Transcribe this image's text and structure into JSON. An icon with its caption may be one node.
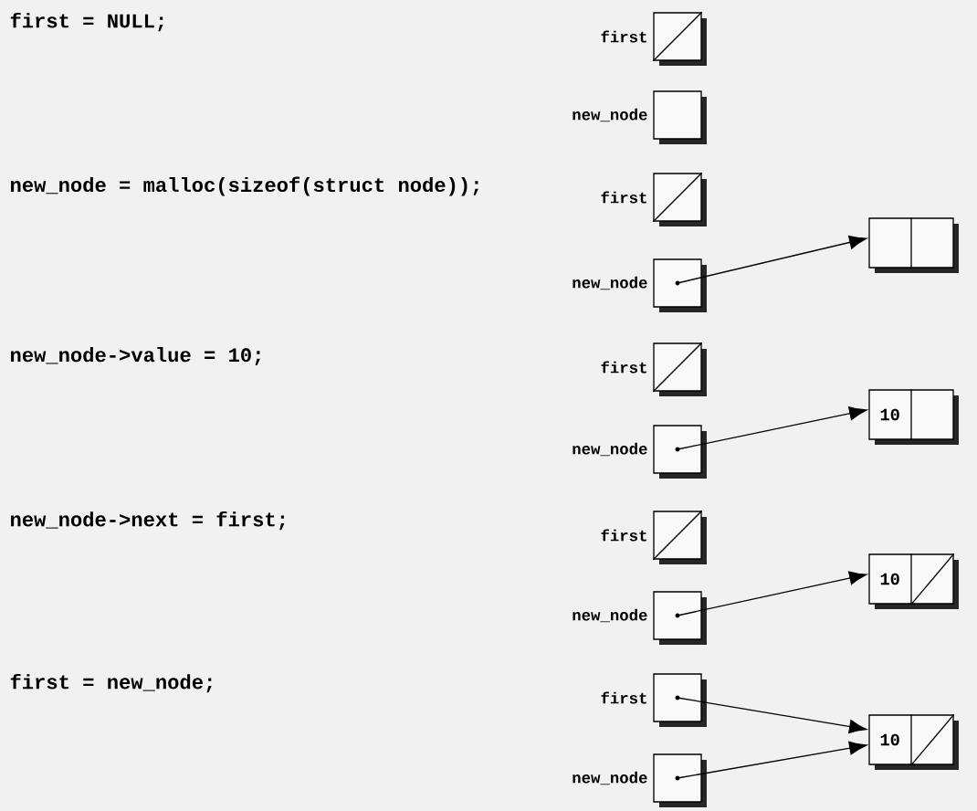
{
  "diagram": {
    "nodes": [
      {
        "text": [
          "first"
        ]
      },
      {
        "text": [
          "new_node"
        ]
      },
      {
        "text": [
          "first"
        ]
      },
      {
        "text": [
          "new_node"
        ]
      },
      {
        "text": [],
        "shape": "box"
      },
      {
        "text": [
          "first"
        ]
      },
      {
        "text": [
          "new_node"
        ]
      },
      {
        "text": [
          "10"
        ]
      },
      {
        "text": [
          "first"
        ]
      },
      {
        "text": [
          "new_node"
        ]
      },
      {
        "text": [
          "10"
        ]
      },
      {
        "text": [
          "first"
        ]
      },
      {
        "text": [
          "10"
        ]
      },
      {
        "text": [
          "new_node"
        ]
      }
    ],
    "edges": [
      {
        "from": 3,
        "to": 4,
        "arrow": "to"
      },
      {
        "from": 6,
        "to": 7,
        "arrow": "to"
      },
      {
        "from": 9,
        "to": 10,
        "arrow": "to"
      },
      {
        "from": 11,
        "to": 12,
        "arrow": "to"
      },
      {
        "from": 13,
        "to": 12,
        "arrow": "to"
      }
    ],
    "labels": [
      "first = NULL;",
      "new_node = malloc(sizeof(struct node));",
      "new_node->value = 10;",
      "new_node->next = first;",
      "first = new_node;"
    ]
  }
}
